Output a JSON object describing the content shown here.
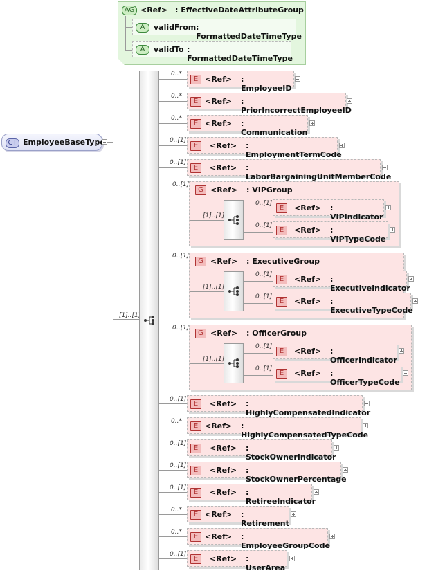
{
  "complex_type": {
    "badge": "CT",
    "name": "EmployeeBaseType"
  },
  "attribute_group": {
    "badge": "AG",
    "ref": "<Ref>",
    "name": ": EffectiveDateAttributeGroup",
    "attributes": [
      {
        "badge": "A",
        "name": "validFrom",
        "type": ": FormattedDateTimeType"
      },
      {
        "badge": "A",
        "name": "validTo",
        "type": ": FormattedDateTimeType"
      }
    ]
  },
  "sequence": {
    "multiplicity": "[1]..[1]"
  },
  "elements": [
    {
      "badge": "E",
      "ref": "<Ref>",
      "name": ": EmployeeID",
      "mult": "0..*"
    },
    {
      "badge": "E",
      "ref": "<Ref>",
      "name": ": PriorIncorrectEmployeeID",
      "mult": "0..*"
    },
    {
      "badge": "E",
      "ref": "<Ref>",
      "name": ": Communication",
      "mult": "0..*"
    },
    {
      "badge": "E",
      "ref": "<Ref>",
      "name": ": EmploymentTermCode",
      "mult": "0..[1]"
    },
    {
      "badge": "E",
      "ref": "<Ref>",
      "name": ": LaborBargainingUnitMemberCode",
      "mult": "0..[1]"
    }
  ],
  "groups": [
    {
      "badge": "G",
      "ref": "<Ref>",
      "name": ": VIPGroup",
      "mult": "0..[1]",
      "seq_mult": "[1]..[1]",
      "children": [
        {
          "badge": "E",
          "ref": "<Ref>",
          "name": ": VIPIndicator",
          "mult": "0..[1]"
        },
        {
          "badge": "E",
          "ref": "<Ref>",
          "name": ": VIPTypeCode",
          "mult": "0..[1]"
        }
      ]
    },
    {
      "badge": "G",
      "ref": "<Ref>",
      "name": ": ExecutiveGroup",
      "mult": "0..[1]",
      "seq_mult": "[1]..[1]",
      "children": [
        {
          "badge": "E",
          "ref": "<Ref>",
          "name": ": ExecutiveIndicator",
          "mult": "0..[1]"
        },
        {
          "badge": "E",
          "ref": "<Ref>",
          "name": ": ExecutiveTypeCode",
          "mult": "0..[1]"
        }
      ]
    },
    {
      "badge": "G",
      "ref": "<Ref>",
      "name": ": OfficerGroup",
      "mult": "0..[1]",
      "seq_mult": "[1]..[1]",
      "children": [
        {
          "badge": "E",
          "ref": "<Ref>",
          "name": ": OfficerIndicator",
          "mult": "0..[1]"
        },
        {
          "badge": "E",
          "ref": "<Ref>",
          "name": ": OfficerTypeCode",
          "mult": "0..[1]"
        }
      ]
    }
  ],
  "elements_after": [
    {
      "badge": "E",
      "ref": "<Ref>",
      "name": ": HighlyCompensatedIndicator",
      "mult": "0..[1]"
    },
    {
      "badge": "E",
      "ref": "<Ref>",
      "name": ": HighlyCompensatedTypeCode",
      "mult": "0..*"
    },
    {
      "badge": "E",
      "ref": "<Ref>",
      "name": ": StockOwnerIndicator",
      "mult": "0..[1]"
    },
    {
      "badge": "E",
      "ref": "<Ref>",
      "name": ": StockOwnerPercentage",
      "mult": "0..[1]"
    },
    {
      "badge": "E",
      "ref": "<Ref>",
      "name": ": RetireeIndicator",
      "mult": "0..[1]"
    },
    {
      "badge": "E",
      "ref": "<Ref>",
      "name": ": Retirement",
      "mult": "0..*"
    },
    {
      "badge": "E",
      "ref": "<Ref>",
      "name": ": EmployeeGroupCode",
      "mult": "0..*"
    },
    {
      "badge": "E",
      "ref": "<Ref>",
      "name": ": UserArea",
      "mult": "0..[1]"
    }
  ]
}
